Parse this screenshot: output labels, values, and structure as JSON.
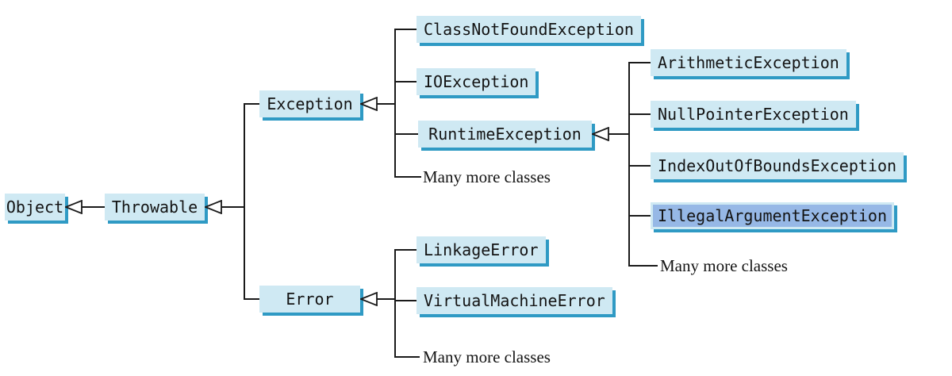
{
  "diagram": {
    "type": "uml-class-hierarchy",
    "nodes": {
      "object": "Object",
      "throwable": "Throwable",
      "exception": "Exception",
      "error": "Error",
      "class_not_found": "ClassNotFoundException",
      "io_exception": "IOException",
      "runtime_exception": "RuntimeException",
      "arithmetic": "ArithmeticException",
      "null_pointer": "NullPointerException",
      "index_out_of_bounds": "IndexOutOfBoundsException",
      "illegal_argument": "IllegalArgumentException",
      "linkage_error": "LinkageError",
      "virtual_machine_error": "VirtualMachineError",
      "more_exception": "Many more classes",
      "more_runtime": "Many more classes",
      "more_error": "Many more classes"
    },
    "highlighted_node": "IllegalArgumentException",
    "hierarchy": {
      "Object": [
        "Throwable"
      ],
      "Throwable": [
        "Exception",
        "Error"
      ],
      "Exception": [
        "ClassNotFoundException",
        "IOException",
        "RuntimeException",
        "Many more classes"
      ],
      "RuntimeException": [
        "ArithmeticException",
        "NullPointerException",
        "IndexOutOfBoundsException",
        "IllegalArgumentException",
        "Many more classes"
      ],
      "Error": [
        "LinkageError",
        "VirtualMachineError",
        "Many more classes"
      ]
    },
    "colors": {
      "box_fill": "#cfe9f3",
      "box_shadow": "#2f9ac4",
      "highlight_fill": "#96b8e6",
      "line": "#1a1a1a",
      "text": "#141414"
    }
  }
}
